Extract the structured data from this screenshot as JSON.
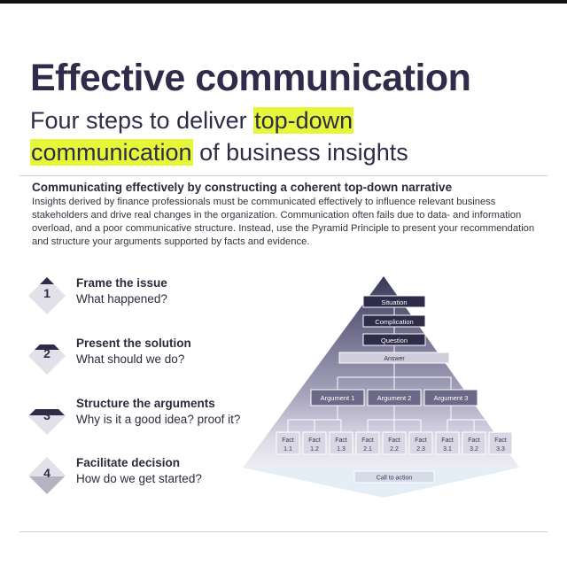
{
  "header": {
    "title": "Effective communication",
    "subtitle_pre": "Four steps to deliver ",
    "subtitle_hl1": "top-down",
    "subtitle_hl2": "communication",
    "subtitle_post": " of business insights"
  },
  "intro": {
    "lead": "Communicating effectively by constructing a coherent top-down narrative",
    "body": "Insights derived by finance professionals must be communicated effectively to influence relevant business stakeholders and drive real changes in the organization. Communication often fails due to data- and information overload, and a poor communicative structure. Instead, use the Pyramid Principle to present your recommendation and structure your arguments supported by facts and evidence."
  },
  "steps": [
    {
      "num": "1",
      "title": "Frame the issue",
      "subtitle": "What happened?"
    },
    {
      "num": "2",
      "title": "Present the solution",
      "subtitle": "What should we do?"
    },
    {
      "num": "3",
      "title": "Structure the arguments",
      "subtitle": "Why is it a good idea? proof it?"
    },
    {
      "num": "4",
      "title": "Facilitate decision",
      "subtitle": "How do we get started?"
    }
  ],
  "pyramid": {
    "situation": "Situation",
    "complication": "Complication",
    "question": "Question",
    "answer": "Answer",
    "arguments": [
      "Argument 1",
      "Argument 2",
      "Argument 3"
    ],
    "facts": [
      {
        "line1": "Fact",
        "line2": "1.1"
      },
      {
        "line1": "Fact",
        "line2": "1.2"
      },
      {
        "line1": "Fact",
        "line2": "1.3"
      },
      {
        "line1": "Fact",
        "line2": "2.1"
      },
      {
        "line1": "Fact",
        "line2": "2.2"
      },
      {
        "line1": "Fact",
        "line2": "2.3"
      },
      {
        "line1": "Fact",
        "line2": "3.1"
      },
      {
        "line1": "Fact",
        "line2": "3.2"
      },
      {
        "line1": "Fact",
        "line2": "3.3"
      }
    ],
    "call_to_action": "Call to action"
  },
  "colors": {
    "navy": "#2e2c48",
    "highlight": "#e6f73a",
    "pyramid_top": "#3f3d5c",
    "pyramid_mid": "#7d7b98",
    "pyramid_low": "#c9c6da",
    "pyramid_base": "#e7e6f0"
  }
}
